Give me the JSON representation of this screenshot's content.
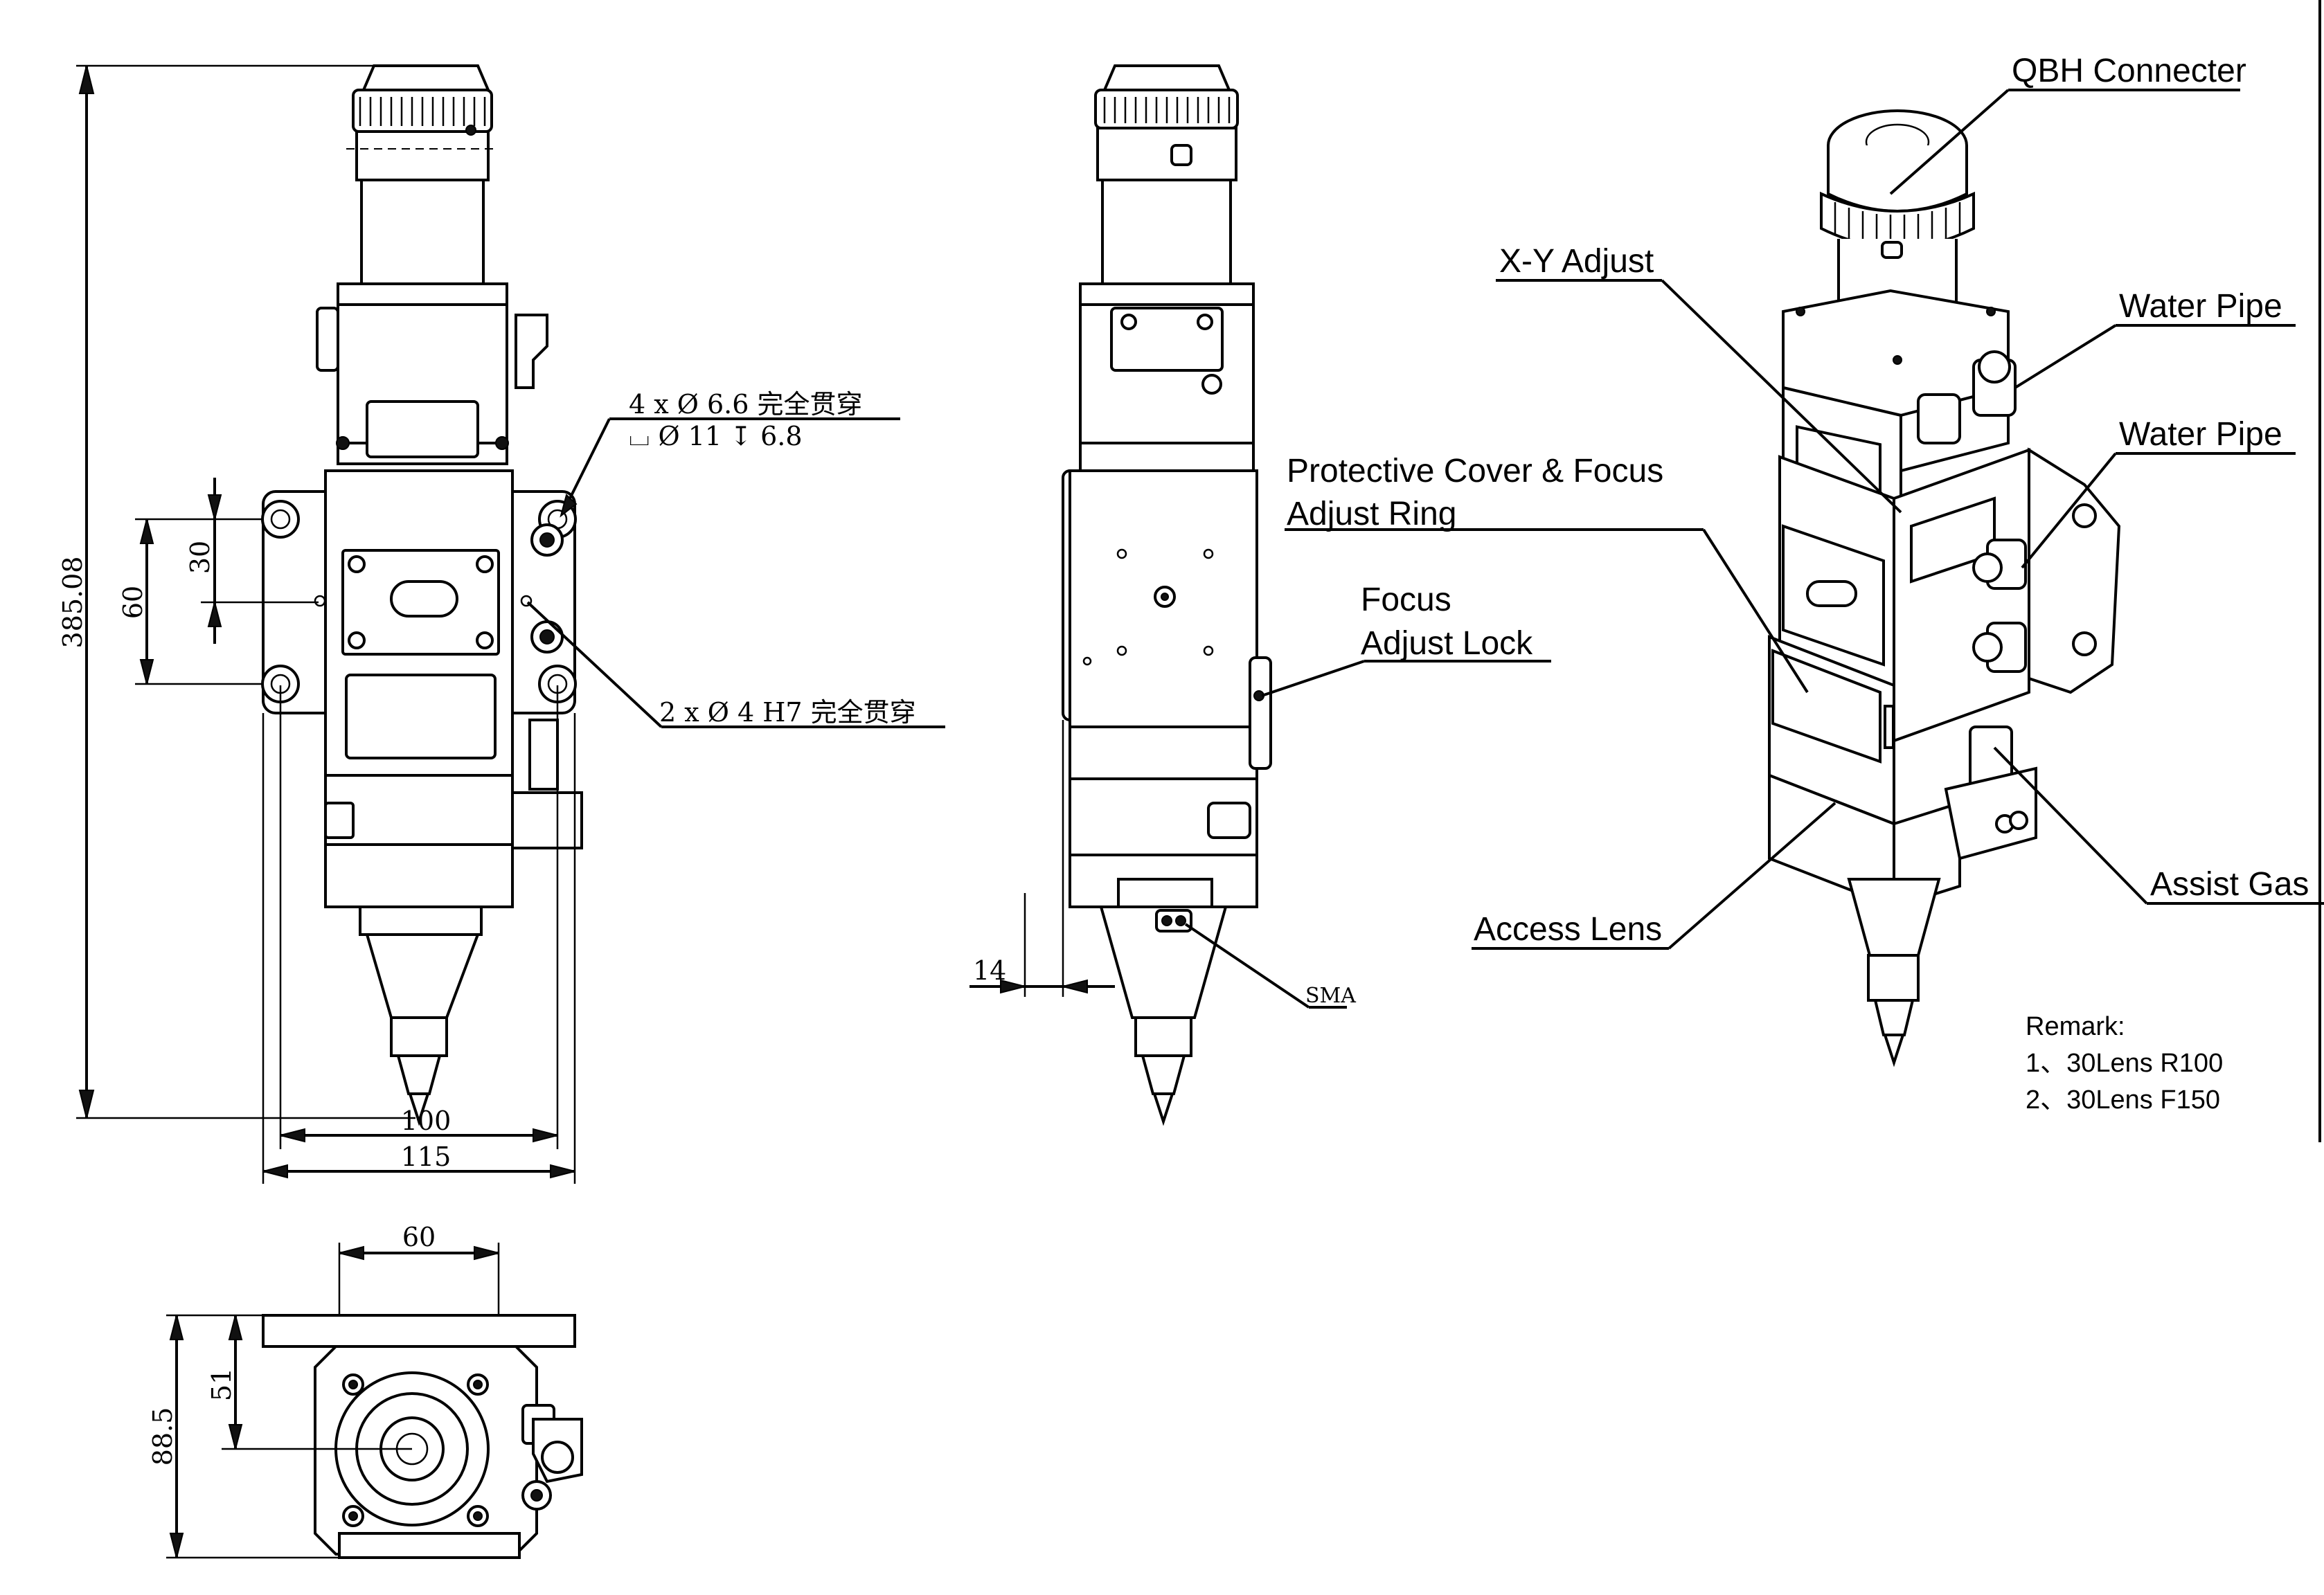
{
  "dimensions": {
    "overall_height": "385.08",
    "width_100": "100",
    "width_115": "115",
    "spacing_60": "60",
    "spacing_30": "30",
    "offset_14": "14",
    "bottom_width_60": "60",
    "bottom_depth_88_5": "88.5",
    "bottom_offset_51": "51"
  },
  "hole_notes": {
    "mount_holes_line1": "4 x Ø 6.6 完全贯穿",
    "mount_holes_line2": "⌴ Ø 11 ↧ 6.8",
    "pin_holes": "2 x Ø 4 H7 完全贯穿",
    "sma": "SMA"
  },
  "callouts": {
    "qbh_connecter": "QBH Connecter",
    "xy_adjust": "X-Y Adjust",
    "water_pipe_1": "Water Pipe",
    "water_pipe_2": "Water Pipe",
    "protective_cover_line1": "Protective Cover & Focus",
    "protective_cover_line2": "Adjust Ring",
    "focus_lock_line1": "Focus",
    "focus_lock_line2": "Adjust Lock",
    "assist_gas": "Assist Gas",
    "access_lens": "Access Lens"
  },
  "remark": {
    "title": "Remark:",
    "items": [
      "1、30Lens R100",
      "2、30Lens F150"
    ]
  }
}
